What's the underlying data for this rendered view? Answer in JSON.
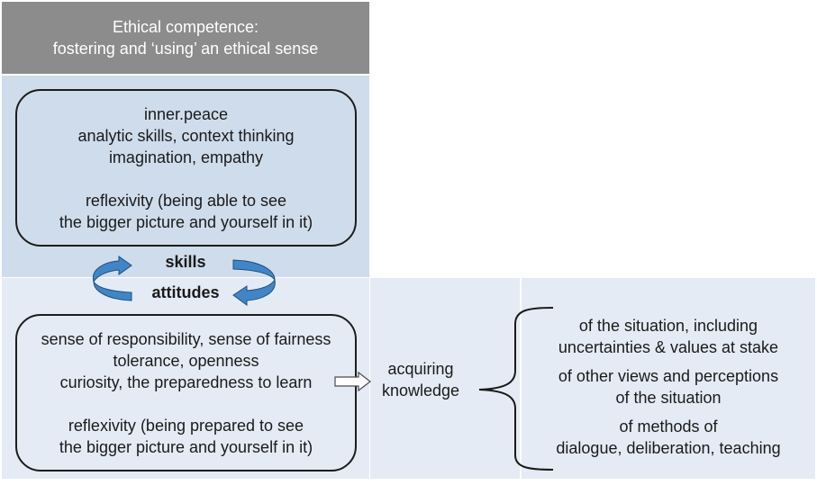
{
  "header": {
    "line1": "Ethical competence:",
    "line2": "fostering and ‘using’ an ethical sense"
  },
  "skills_box": {
    "line1": "inner.peace",
    "line2": "analytic skills, context thinking",
    "line3": "imagination, empathy",
    "line4": "reflexivity (being able to see",
    "line5": "the bigger picture and yourself in it)"
  },
  "labels": {
    "skills": "skills",
    "attitudes": "attitudes"
  },
  "attitudes_box": {
    "line1": "sense of responsibility, sense of fairness",
    "line2": "tolerance, openness",
    "line3": "curiosity, the preparedness to learn",
    "line4": "reflexivity (being prepared to see",
    "line5": "the bigger picture and yourself in it)"
  },
  "acquiring": {
    "line1": "acquiring",
    "line2": "knowledge"
  },
  "knowledge_items": [
    {
      "line1": "of the situation, including",
      "line2": "uncertainties & values at stake"
    },
    {
      "line1": "of other views and perceptions",
      "line2": "of the situation"
    },
    {
      "line1": "of methods of",
      "line2": "dialogue, deliberation, teaching"
    }
  ],
  "colors": {
    "header_bg": "#8c8c8c",
    "skills_bg": "#cfdcec",
    "attitudes_bg": "#e4ebf5",
    "arrow_blue": "#3f86c8"
  }
}
